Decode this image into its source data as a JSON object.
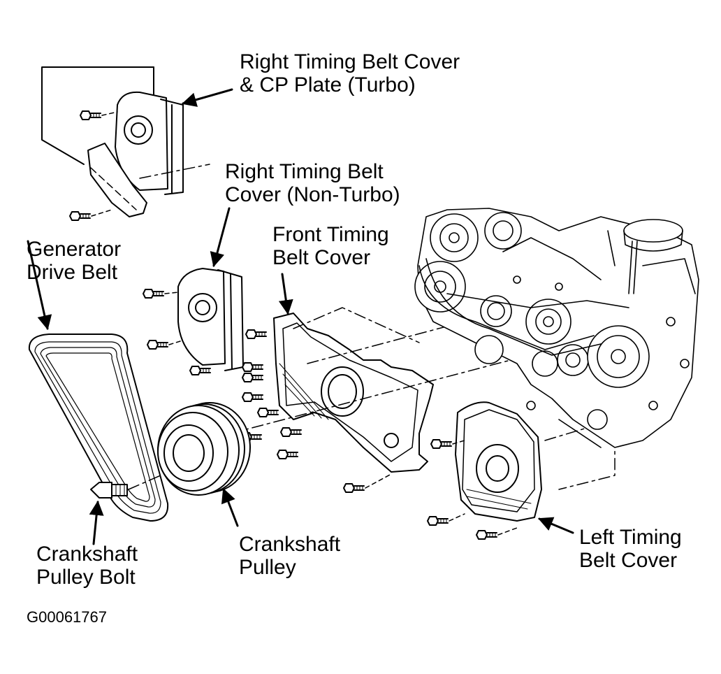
{
  "labels": {
    "right_cover_turbo": [
      "Right Timing Belt Cover",
      "& CP Plate (Turbo)"
    ],
    "right_cover_nonturbo": [
      "Right Timing Belt",
      "Cover (Non-Turbo)"
    ],
    "generator_belt": [
      "Generator",
      "Drive Belt"
    ],
    "front_cover": [
      "Front Timing",
      "Belt Cover"
    ],
    "crank_bolt": [
      "Crankshaft",
      "Pulley Bolt"
    ],
    "crank_pulley": [
      "Crankshaft",
      "Pulley"
    ],
    "left_cover": [
      "Left Timing",
      "Belt Cover"
    ]
  },
  "figure_id": "G00061767",
  "colors": {
    "ink": "#000000",
    "paper": "#ffffff"
  }
}
